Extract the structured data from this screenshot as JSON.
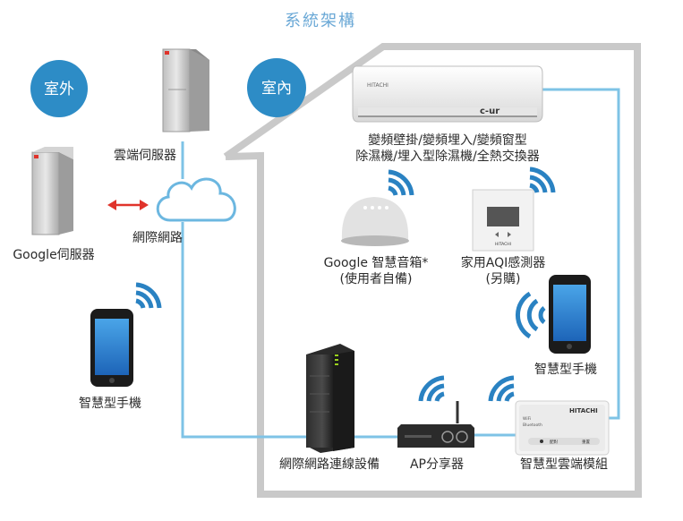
{
  "title": "系統架構",
  "zones": {
    "outdoor": "室外",
    "indoor": "室內"
  },
  "labels": {
    "cloud_server": "雲端伺服器",
    "internet": "網際網路",
    "google_server": "Google伺服器",
    "phone_outdoor": "智慧型手機",
    "aircon_line1": "變頻壁掛/變頻埋入/變頻窗型",
    "aircon_line2": "除濕機/埋入型除濕機/全熱交換器",
    "google_speaker_line1": "Google 智慧音箱*",
    "google_speaker_line2": "(使用者自備)",
    "aqi_line1": "家用AQI感測器",
    "aqi_line2": "(另購)",
    "phone_indoor": "智慧型手機",
    "network_device": "網際網路連線設備",
    "ap_router": "AP分享器",
    "cloud_module": "智慧型雲端模組"
  },
  "device_text": {
    "aircon_brand": "HITACHI",
    "aircon_logo": "c-ur",
    "aqi_brand": "HITACHI",
    "module_brand": "HITACHI",
    "module_wifi": "WiFi",
    "module_bt": "Bluetooth",
    "module_btn1": "配對",
    "module_btn2": "重置"
  },
  "colors": {
    "accent_blue": "#2d8cc6",
    "line_blue": "#7ec3e6",
    "house_gray": "#c9c9c9",
    "wifi_blue": "#2a82c2",
    "arrow_red": "#e0332b"
  },
  "icons": [
    "server-icon",
    "cloud-icon",
    "smartphone-icon",
    "wifi-icon",
    "air-conditioner-icon",
    "smart-speaker-icon",
    "aqi-sensor-icon",
    "network-tower-icon",
    "router-icon",
    "cloud-module-icon",
    "double-arrow-icon"
  ]
}
